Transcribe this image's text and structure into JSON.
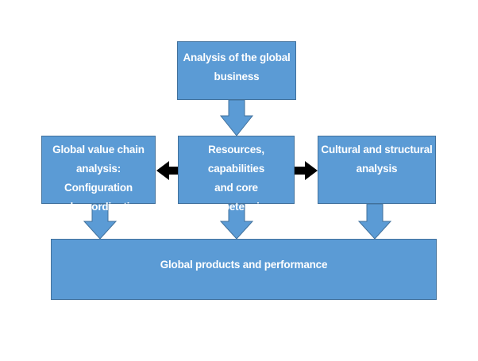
{
  "diagram": {
    "top_box": {
      "line1": "Analysis of the global",
      "line2": "business"
    },
    "left_box": {
      "line1": "Global value chain",
      "line2": "analysis: Configuration",
      "line3": "and co-ordination"
    },
    "center_box": {
      "line1": "Resources, capabilities",
      "line2": "and core competencies"
    },
    "right_box": {
      "line1": "Cultural and structural",
      "line2": "analysis"
    },
    "bottom_box": {
      "label": "Global products and performance"
    },
    "colors": {
      "box_fill": "#5b9bd5",
      "box_border": "#41719c",
      "text": "#ffffff",
      "side_arrow": "#000000"
    }
  }
}
